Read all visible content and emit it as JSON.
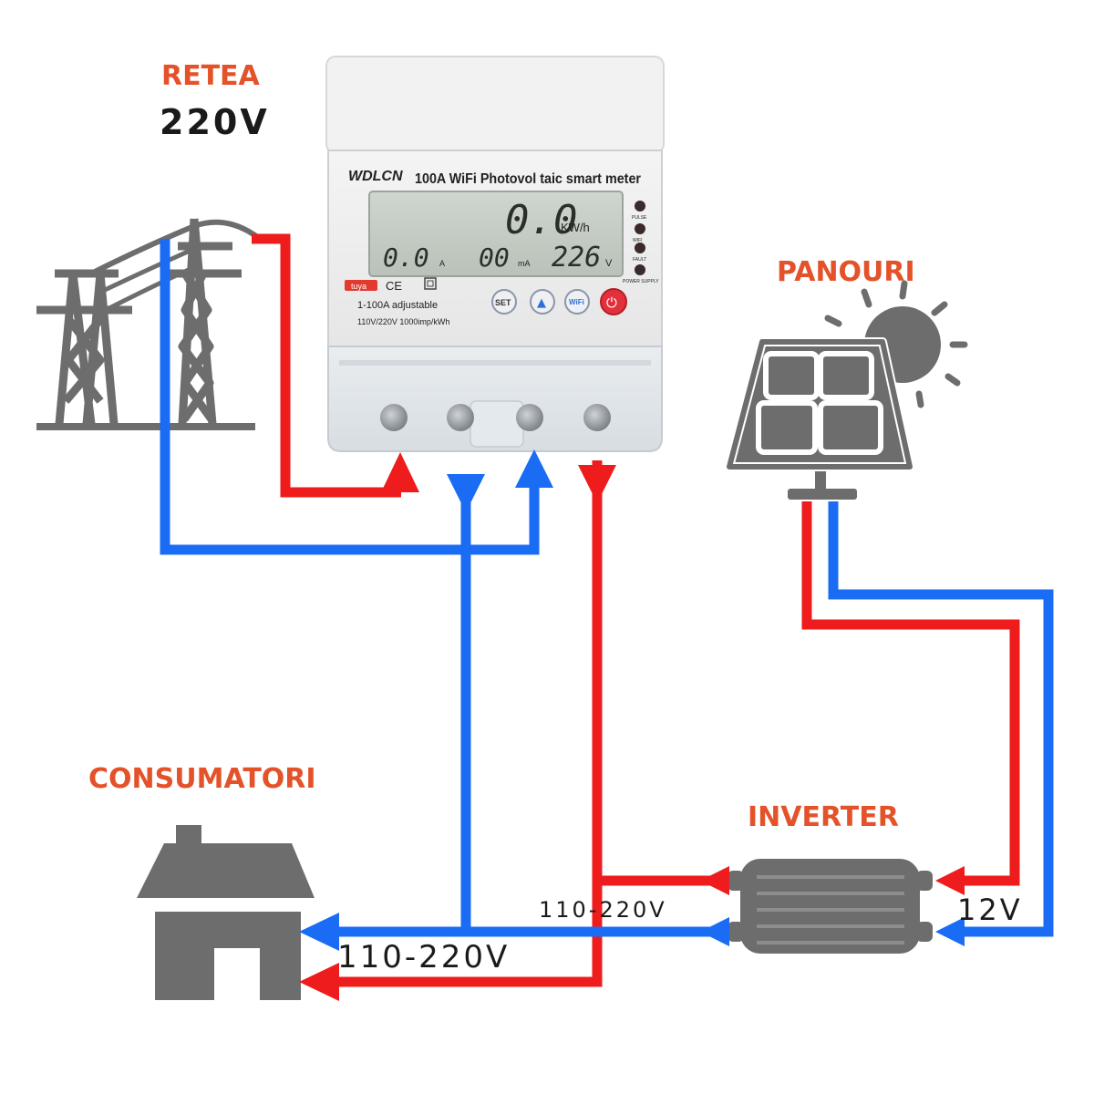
{
  "labels": {
    "grid_title": "RETEA",
    "grid_voltage": "220V",
    "panels_title": "PANOURI",
    "consumers_title": "CONSUMATORI",
    "inverter_title": "INVERTER",
    "voltage_upper": "110-220V",
    "voltage_lower": "110-220V",
    "dc_voltage": "12V"
  },
  "meter": {
    "brand": "WDLCN",
    "model": "100A WiFi Photovol taic smart meter",
    "lcd_energy": "0.0",
    "lcd_energy_unit": "KW/h",
    "lcd_current": "0.0",
    "lcd_current_unit": "A",
    "lcd_milli": "00",
    "lcd_milli_unit": "mA",
    "lcd_voltage": "226",
    "lcd_voltage_unit": "V",
    "indicators": [
      "PULSE",
      "WIFI",
      "FAULT",
      "POWER SUPPLY"
    ],
    "tuya_badge": "tuya",
    "cert_marks": "CE",
    "spec_line_1": "1-100A adjustable",
    "spec_line_2": "110V/220V 1000imp/kWh",
    "buttons": [
      "SET",
      "▲",
      "WiFi",
      "⏻"
    ]
  },
  "colors": {
    "live_wire": "#ee1c1c",
    "neutral_wire": "#1a6cf5",
    "icon_gray": "#6d6d6d",
    "label_orange": "#e4522a"
  }
}
